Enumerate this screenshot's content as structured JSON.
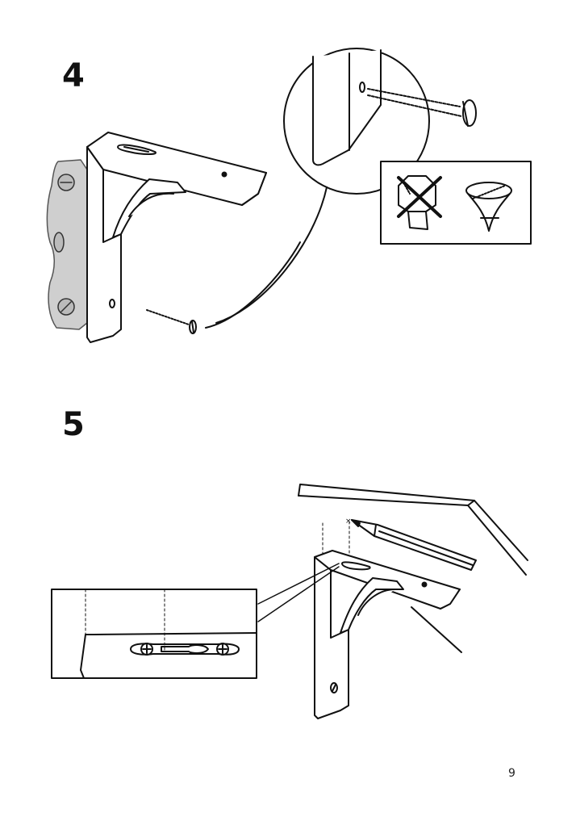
{
  "steps": [
    {
      "number": "4"
    },
    {
      "number": "5"
    }
  ],
  "page_number": "9",
  "icons": {
    "wrong_screw_head": "cross-mark-icon"
  }
}
